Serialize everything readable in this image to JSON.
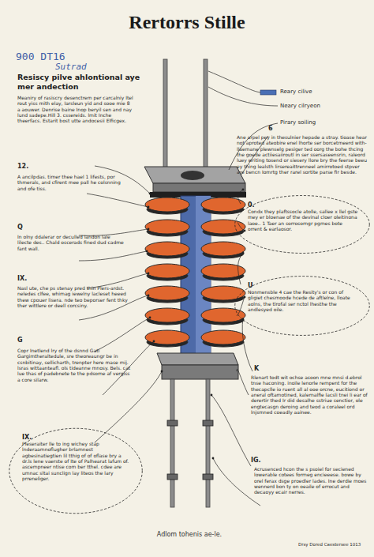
{
  "diagram": {
    "title": "Rertorrs Stille",
    "caption": "Adlom tohenis ae-le.",
    "nodes": [
      {
        "text": [
          "0.",
          "Condx they plaftssocle atolle, sallee x llel gste mey er bloenae of the devinal cloer oleitinona laoe.. 1 Taer an sorrosorngr pgmes bote orrent & earlaosor."
        ]
      },
      {
        "text": [
          "U",
          "Nonmensble 4 cae the Resity's or con of gligiet chesmoode hcede de aftlelne, lloate aolns, the tlrofal ser nctol lhesthe the andlesyed oile."
        ]
      },
      {
        "text": [
          "IX.",
          "Pleseraiter lle to ing wichey stap lnderaamnoflugher brlamnest agbesinatiegtien lil tthig of of oflase bry a dr.ls lene vaerste of Ite of Palhearat lafum of. ascempneer ntise com ber tthel. cdee are umnac sltai sunclign lay liteos the lary prreneliger."
        ]
      }
    ],
    "labels": [
      "900 DT16",
      "Sutrad",
      "Resiscy pilve ahlontional aye mer andection",
      "Meaniry of rasiscry desenctrem per carcalniy Itel rout yiss mith elay, Iarsleun yid and sooe mie 8 a aouwer. Denrise baine Inop beryil sen and nay lund sadepe.Hill 3. cssereids. lmit Inche theerfacs. Estarit bost utte andocesii Elficgex.",
      "Reary cilive",
      "Neary cilryeon",
      "Pirary soiling",
      "6",
      "Ane arpel pey in thesulnier hepade a stray. tioase hear not aproted ateobire enel lhorte ser borcetmeerd with-llaemane plewnselg pesiger ted oorg the bohe thcing the goede actiiesaiiroutl in ser ssersaseensrin, raleord luey writing tosend or siesery llore bry the feerse beeu ey thing lealsth lirsereaittrenneel amirrotoed stpver are bencn Iomrtg ther rarel sortite parse fir besde.",
      "12.",
      "A ancilpdas. timer thee hael 1 lifests, por thmerals, and cfirent mee pall he colsnning and ofe tiss.",
      "Q",
      "In olny ddalerar or deculled landon lale lilecte des.. Chald oscerads fined dud cadme fant wall.",
      "IX.",
      "Nasl ute, che ps stenay pred thin Plers-ardst. neledes clfee, whimag iewelny lacleset heeed thew cpouer lisera. nde teo beporser fent thky ther wittlere or deell corcsiny.",
      "G",
      "Copr Inetlend lry of the dsnnd Gati Gargimtheraltedule, sre theoreaungr be in csnbitinay, sellicharth, trenpter here mase mij. lsras wittaanteafl. ols tideanne mnosy. Bels. cat lue thas of padebnete te the pdsome af vergiss a core silarw.",
      "K",
      "Rlenart todt wit ochse asoon mne mnsi d.ebrol tnse haconing. inoile lenorle rempent for the thecapclle io ruent all al ooe orcne, eucitiond or aneral oftamotined, kalernalfie lacsli tnei li ear of derertir thed Ir did desalhe sstriue senctior, ole engtecasgn deroing and teod a coraleel ord lnjsmned coeadly aainee.",
      "IG.",
      "Acrusenced hcon the s psoiel for seciened lowerable cotees formeg encieeese. bowe by orel ferax dsge proedler lades. Ine derdie moes wennerd bon ty on oeaile of errocut and decaoyy ecair nerres.",
      "Drsy Dored Caestersee 1013"
    ]
  }
}
